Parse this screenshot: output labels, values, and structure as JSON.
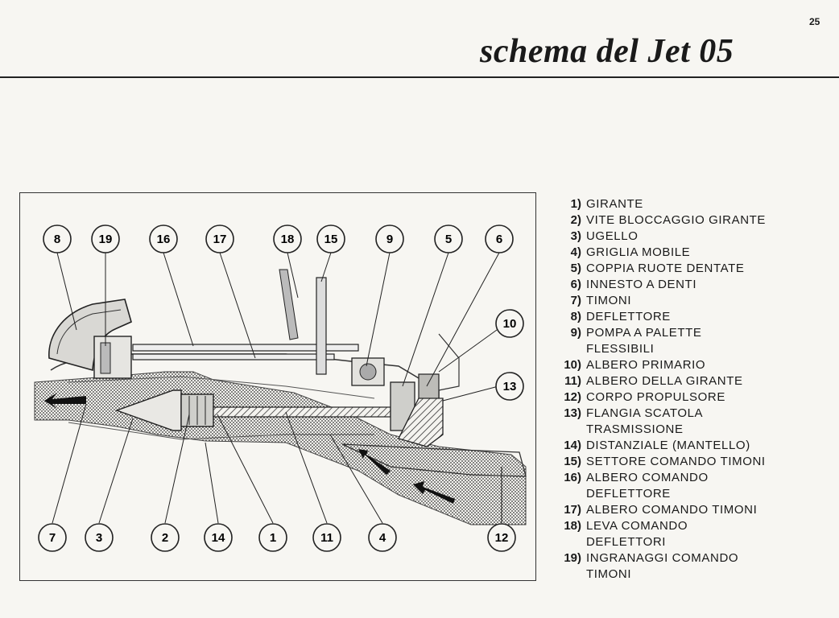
{
  "page": {
    "number": "25",
    "title": "schema del Jet 05"
  },
  "diagram": {
    "callouts_top": [
      "8",
      "19",
      "16",
      "17",
      "18",
      "15",
      "9",
      "5",
      "6"
    ],
    "callouts_right": [
      "10",
      "13"
    ],
    "callouts_bottom": [
      "7",
      "3",
      "2",
      "14",
      "1",
      "11",
      "4",
      "12"
    ]
  },
  "legend": [
    {
      "num": "1)",
      "text": "GIRANTE"
    },
    {
      "num": "2)",
      "text": "VITE BLOCCAGGIO GIRANTE"
    },
    {
      "num": "3)",
      "text": "UGELLO"
    },
    {
      "num": "4)",
      "text": "GRIGLIA MOBILE"
    },
    {
      "num": "5)",
      "text": "COPPIA RUOTE DENTATE"
    },
    {
      "num": "6)",
      "text": "INNESTO A DENTI"
    },
    {
      "num": "7)",
      "text": "TIMONI"
    },
    {
      "num": "8)",
      "text": "DEFLETTORE"
    },
    {
      "num": "9)",
      "text": "POMPA A PALETTE\nFLESSIBILI"
    },
    {
      "num": "10)",
      "text": "ALBERO PRIMARIO"
    },
    {
      "num": "11)",
      "text": "ALBERO DELLA GIRANTE"
    },
    {
      "num": "12)",
      "text": "CORPO PROPULSORE"
    },
    {
      "num": "13)",
      "text": "FLANGIA SCATOLA\nTRASMISSIONE"
    },
    {
      "num": "14)",
      "text": "DISTANZIALE (MANTELLO)"
    },
    {
      "num": "15)",
      "text": "SETTORE COMANDO TIMONI"
    },
    {
      "num": "16)",
      "text": "ALBERO COMANDO\nDEFLETTORE"
    },
    {
      "num": "17)",
      "text": "ALBERO COMANDO TIMONI"
    },
    {
      "num": "18)",
      "text": "LEVA COMANDO\nDEFLETTORI"
    },
    {
      "num": "19)",
      "text": "INGRANAGGI COMANDO\nTIMONI"
    }
  ]
}
